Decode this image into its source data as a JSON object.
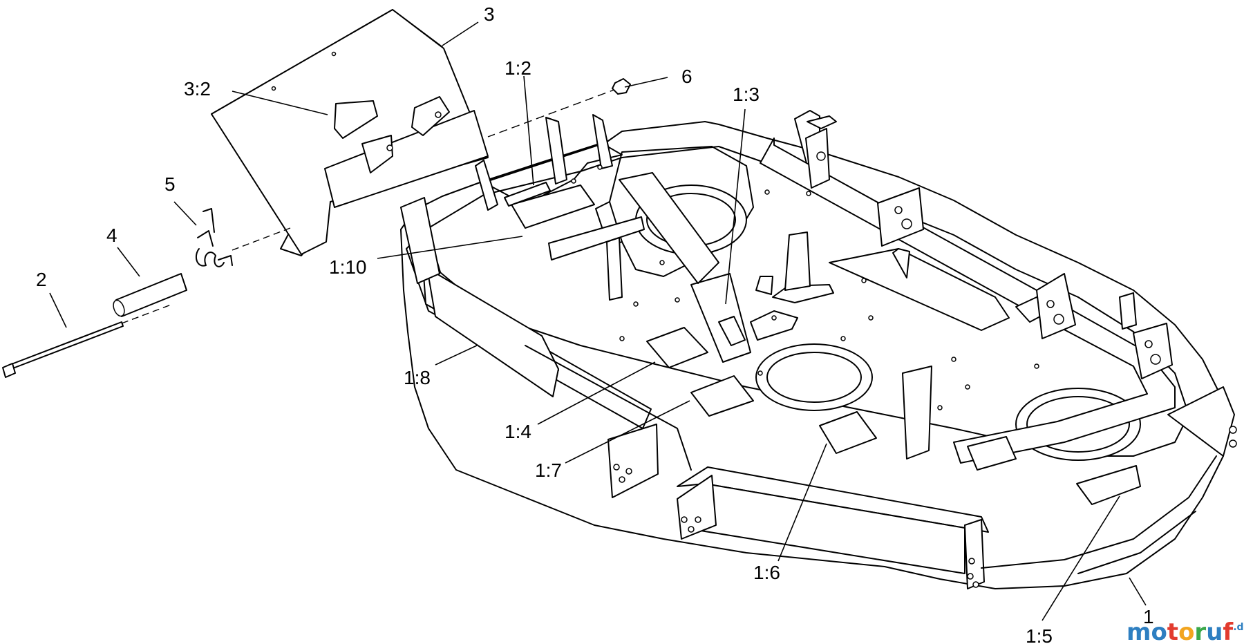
{
  "callouts": [
    {
      "id": "3",
      "text": "3"
    },
    {
      "id": "3_2",
      "text": "3:2"
    },
    {
      "id": "1_2",
      "text": "1:2"
    },
    {
      "id": "6",
      "text": "6"
    },
    {
      "id": "1_3",
      "text": "1:3"
    },
    {
      "id": "5",
      "text": "5"
    },
    {
      "id": "4",
      "text": "4"
    },
    {
      "id": "2",
      "text": "2"
    },
    {
      "id": "1_10",
      "text": "1:10"
    },
    {
      "id": "1_8",
      "text": "1:8"
    },
    {
      "id": "1_4",
      "text": "1:4"
    },
    {
      "id": "1_7",
      "text": "1:7"
    },
    {
      "id": "1_6",
      "text": "1:6"
    },
    {
      "id": "1_5",
      "text": "1:5"
    },
    {
      "id": "1",
      "text": "1"
    }
  ],
  "watermark": {
    "letters": [
      "m",
      "o",
      "t",
      "o",
      "r",
      "u",
      "f"
    ],
    "letter_colors": [
      "#2e7fc1",
      "#2e7fc1",
      "#e23b2e",
      "#f2a51f",
      "#3aa84a",
      "#2e7fc1",
      "#e23b2e"
    ],
    "suffix": ".de"
  }
}
